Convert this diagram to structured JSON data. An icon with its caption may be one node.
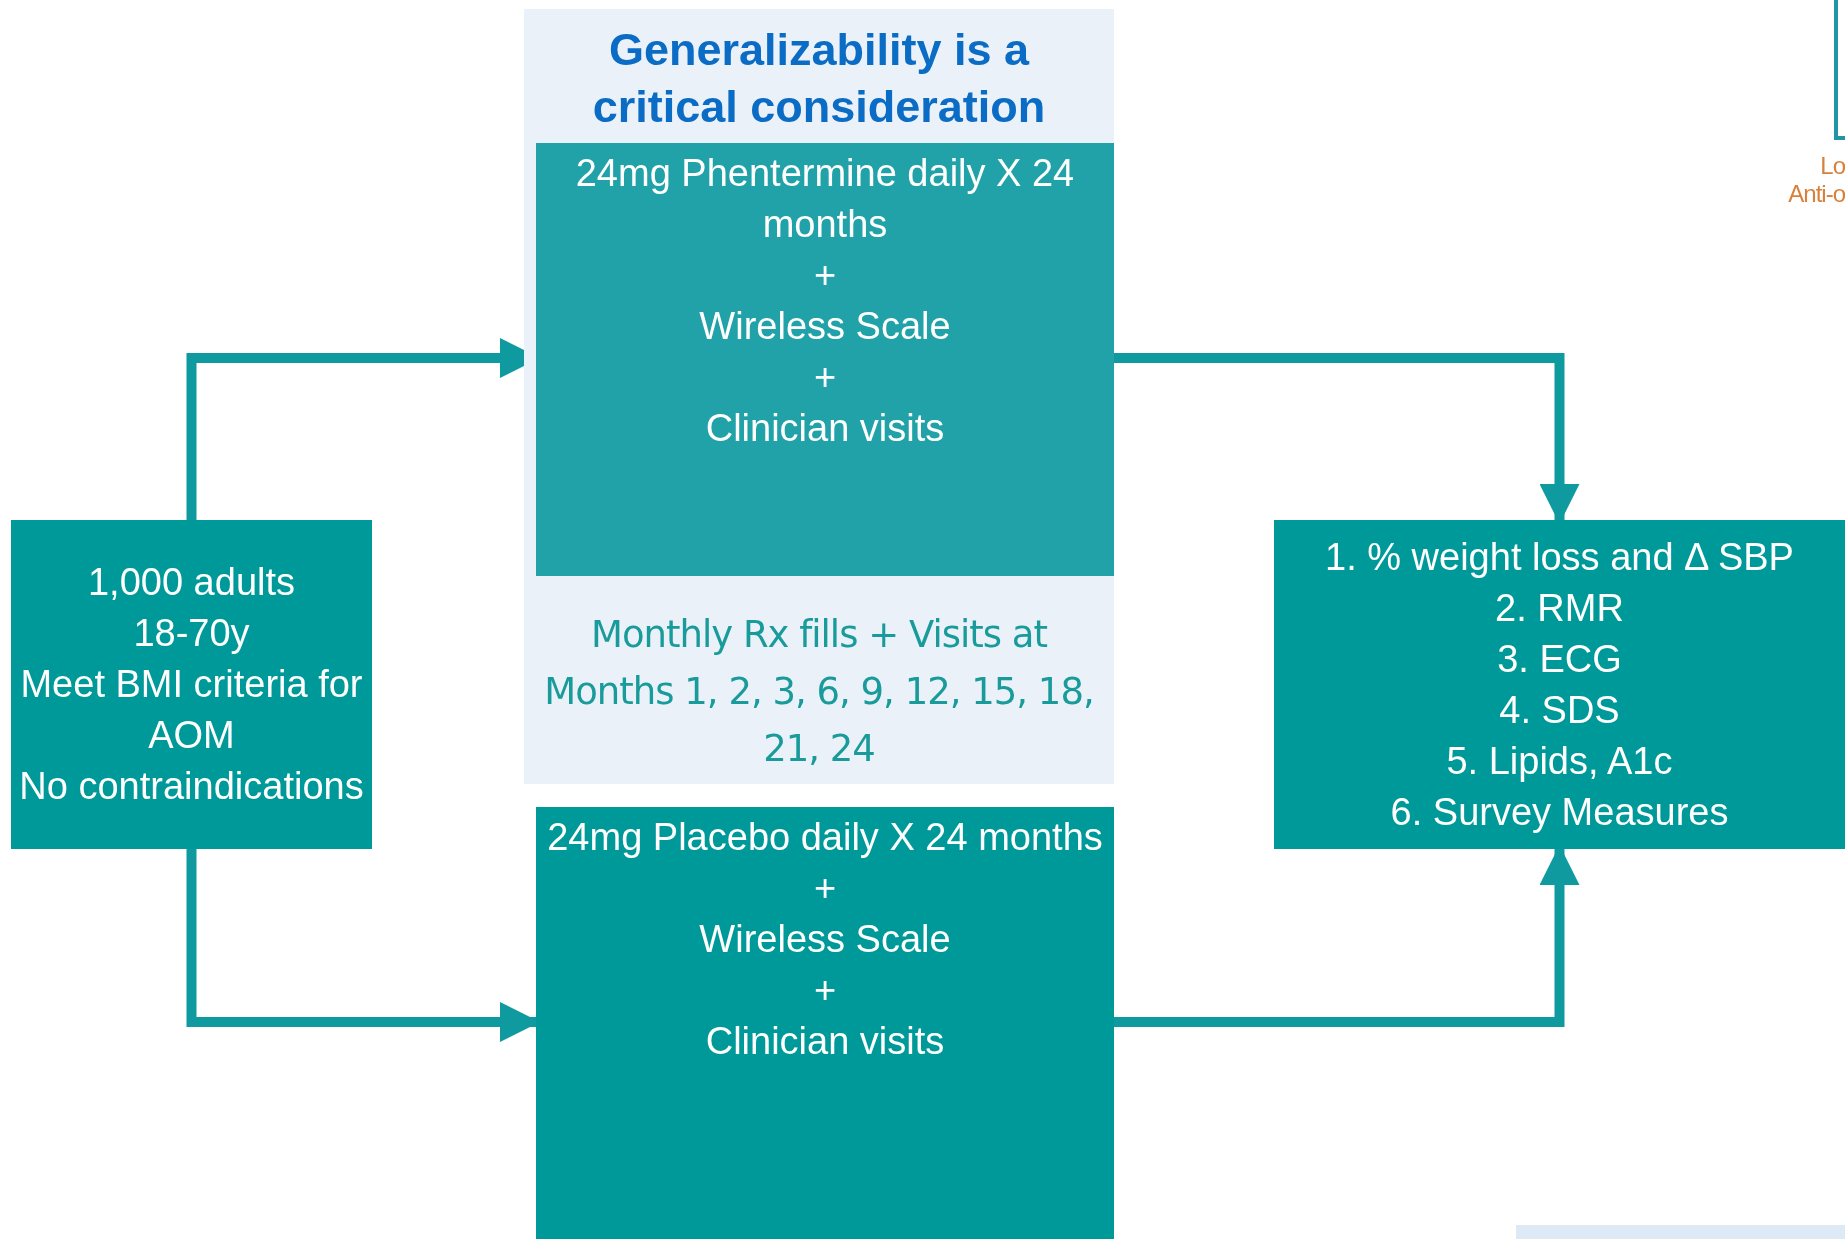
{
  "diagram": {
    "nodes": [
      {
        "text": [
          "Generalizability is a critical consideration",
          "Monthly Rx fills + Visits at Months 1, 2, 3, 6, 9, 12, 15, 18, 21, 24"
        ]
      },
      {
        "text": [
          "24mg Phentermine daily X 24 months",
          "+",
          "Wireless Scale",
          "+",
          "Clinician visits"
        ],
        "in": 0
      },
      {
        "text": [
          "1,000 adults",
          "18-70y",
          "Meet BMI criteria for AOM",
          "No contraindications"
        ]
      },
      {
        "text": [
          "24mg Placebo daily X 24 months",
          "+",
          "Wireless Scale",
          "+",
          "Clinician visits"
        ]
      },
      {
        "text": [
          "1. % weight loss and Δ  SBP",
          "2. RMR",
          "3. ECG",
          "4. SDS",
          "5. Lipids, A1c",
          "6. Survey Measures"
        ]
      }
    ],
    "edges": [
      {
        "from": 2,
        "to": 1,
        "arrow": "to"
      },
      {
        "from": 2,
        "to": 3,
        "arrow": "to"
      },
      {
        "from": 1,
        "to": 4,
        "arrow": "to"
      },
      {
        "from": 3,
        "to": 4,
        "arrow": "to"
      }
    ],
    "labels": [
      "Lo",
      "Anti-o"
    ]
  }
}
